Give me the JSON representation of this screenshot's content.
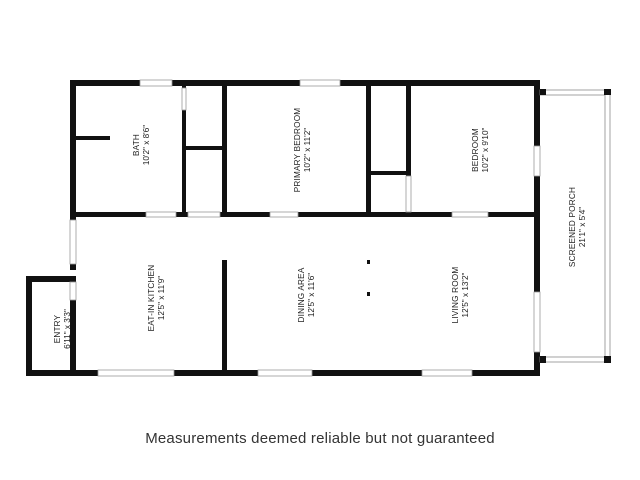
{
  "rooms": {
    "bath": {
      "name": "BATH",
      "dims": "10'2\" x 8'6\""
    },
    "primary_bedroom": {
      "name": "PRIMARY BEDROOM",
      "dims": "10'2\" x 11'2\""
    },
    "bedroom": {
      "name": "BEDROOM",
      "dims": "10'2\" x 9'10\""
    },
    "screened_porch": {
      "name": "SCREENED PORCH",
      "dims": "21'1\" x 5'4\""
    },
    "kitchen": {
      "name": "EAT-IN KITCHEN",
      "dims": "12'5\" x 11'9\""
    },
    "dining": {
      "name": "DINING AREA",
      "dims": "12'5\" x 11'6\""
    },
    "living": {
      "name": "LIVING ROOM",
      "dims": "12'5\" x 13'2\""
    },
    "entry": {
      "name": "ENTRY",
      "dims": "6'11\" x 3'3\""
    }
  },
  "disclaimer": "Measurements deemed reliable but not guaranteed",
  "colors": {
    "wall": "#111111",
    "window_stroke": "#9a9a9a",
    "background": "#ffffff",
    "text": "#222222"
  }
}
